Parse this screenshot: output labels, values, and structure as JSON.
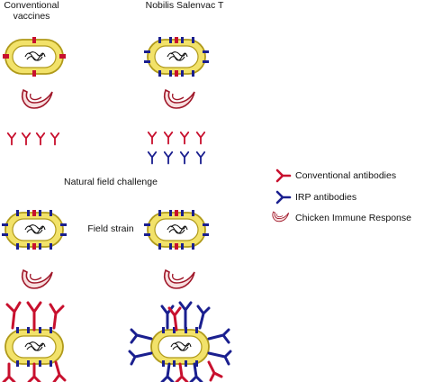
{
  "labels": {
    "conventional_line1": "Conventional",
    "conventional_line2": "vaccines",
    "salenvac": "Nobilis Salenvac T",
    "challenge": "Natural field challenge",
    "field_strain": "Field strain"
  },
  "legend": {
    "conventional": "Conventional antibodies",
    "irp": "IRP antibodies",
    "response": "Chicken Immune Response"
  },
  "colors": {
    "conventional_antibody": "#c8102e",
    "irp_antibody": "#1a1f8f",
    "bacterium_fill": "#f2e26a",
    "bacterium_outline": "#b09a1a",
    "response_swirl": "#a0182a"
  }
}
